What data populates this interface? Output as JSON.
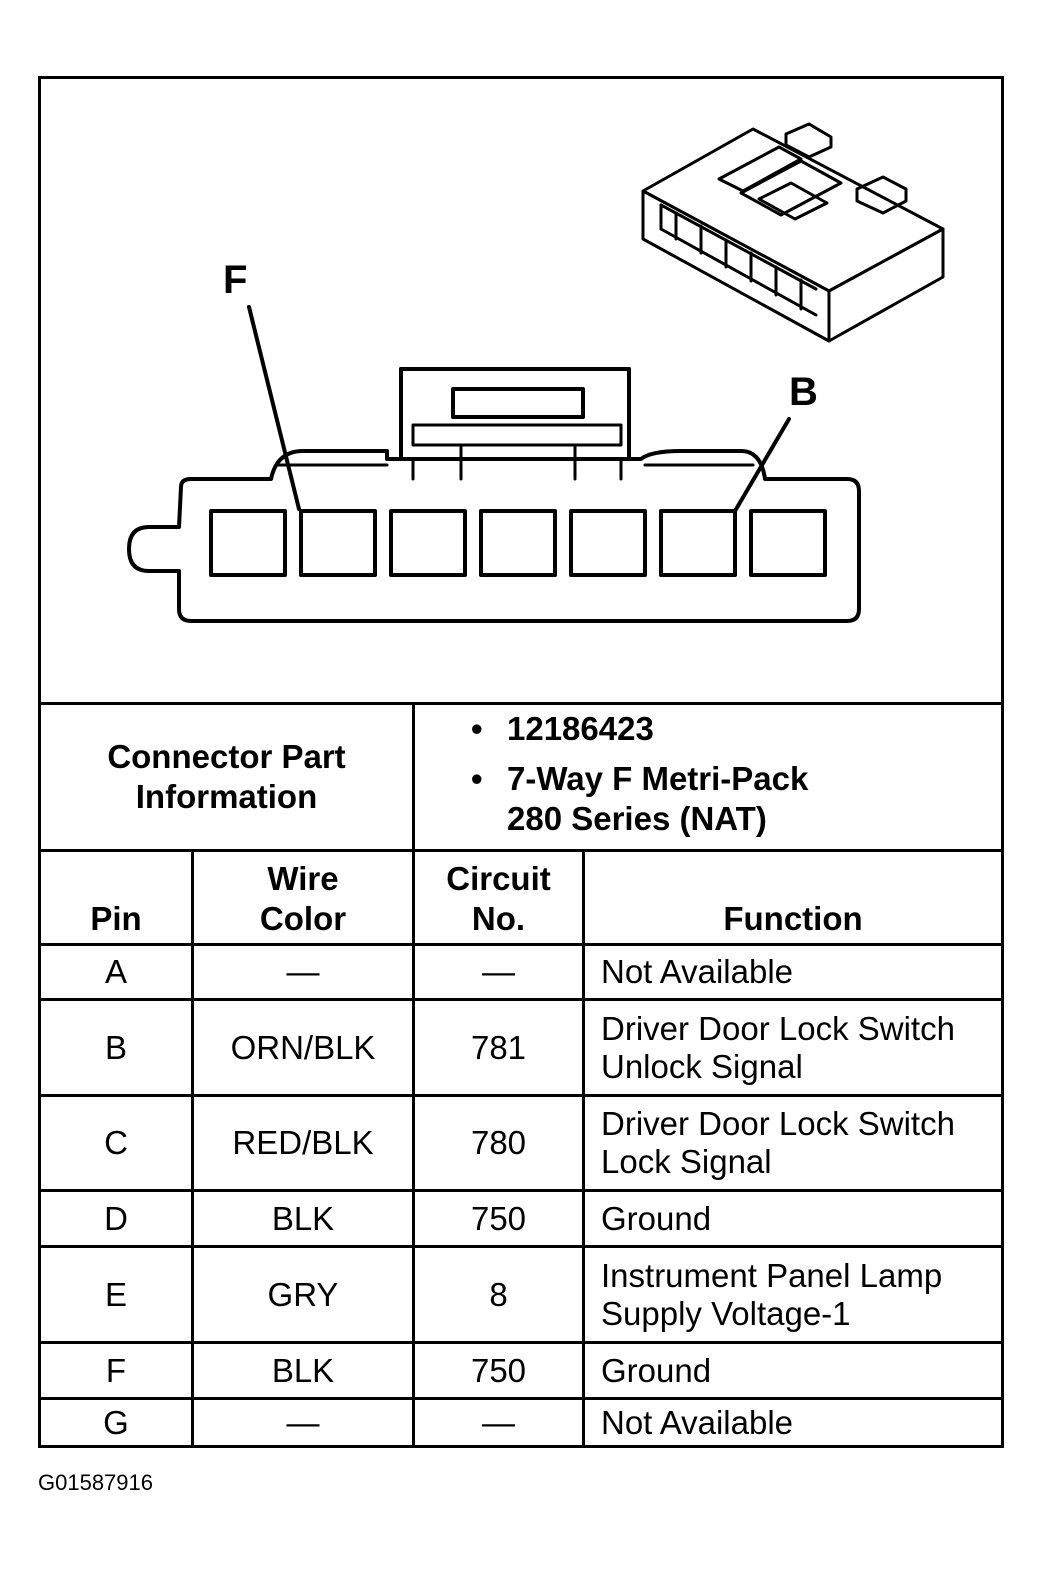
{
  "diagram": {
    "pin_callouts": [
      "F",
      "B"
    ]
  },
  "connector_info": {
    "label": "Connector Part Information",
    "part_number": "12186423",
    "description_line1": "7-Way F Metri-Pack",
    "description_line2": "280 Series (NAT)"
  },
  "table": {
    "headers": {
      "pin": "Pin",
      "wire_color_line1": "Wire",
      "wire_color_line2": "Color",
      "circuit_line1": "Circuit",
      "circuit_line2": "No.",
      "function": "Function"
    },
    "rows": [
      {
        "pin": "A",
        "wire": "—",
        "circuit": "—",
        "function_line1": "Not Available",
        "function_line2": ""
      },
      {
        "pin": "B",
        "wire": "ORN/BLK",
        "circuit": "781",
        "function_line1": "Driver Door Lock Switch",
        "function_line2": "Unlock Signal"
      },
      {
        "pin": "C",
        "wire": "RED/BLK",
        "circuit": "780",
        "function_line1": "Driver Door Lock Switch",
        "function_line2": "Lock Signal"
      },
      {
        "pin": "D",
        "wire": "BLK",
        "circuit": "750",
        "function_line1": "Ground",
        "function_line2": ""
      },
      {
        "pin": "E",
        "wire": "GRY",
        "circuit": "8",
        "function_line1": "Instrument Panel Lamp",
        "function_line2": "Supply Voltage-1"
      },
      {
        "pin": "F",
        "wire": "BLK",
        "circuit": "750",
        "function_line1": "Ground",
        "function_line2": ""
      },
      {
        "pin": "G",
        "wire": "—",
        "circuit": "—",
        "function_line1": "Not Available",
        "function_line2": ""
      }
    ]
  },
  "figure_id": "G01587916"
}
